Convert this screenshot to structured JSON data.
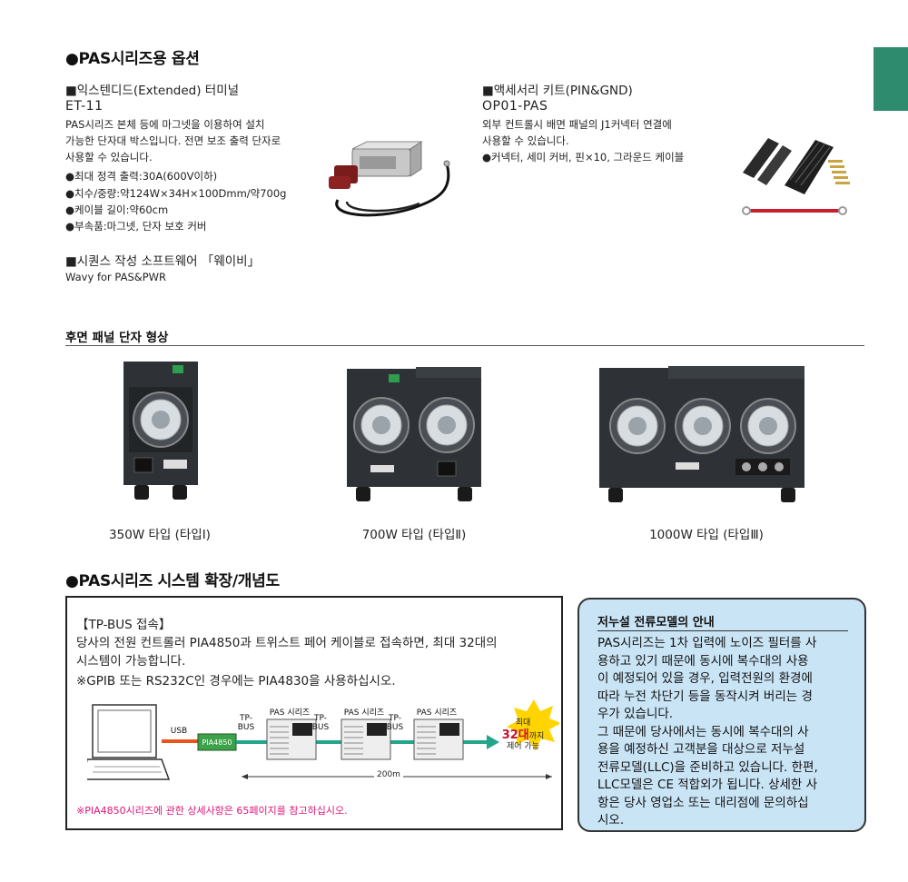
{
  "options": {
    "title": "●PAS시리즈용 옵션",
    "et": {
      "heading": "■익스텐디드(Extended) 터미널",
      "model": "ET-11",
      "desc1": "PAS시리즈 본체 등에 마그넷을 이용하여 설치",
      "desc2": "가능한 단자대 박스입니다. 전면 보조 출력 단자로",
      "desc3": "사용할 수 있습니다.",
      "bullets": [
        "●최대 정격 출력:30A(600V이하)",
        "●치수/중량:약124W×34H×100Dmm/약700g",
        "●케이블 길이:약60cm",
        "●부속품:마그넷, 단자 보호 커버"
      ]
    },
    "kit": {
      "heading": "■액세서리 키트(PIN&GND)",
      "model": "OP01-PAS",
      "desc1": "외부 컨트롤시 배면 패널의 J1커넥터 연결에",
      "desc2": "사용할 수 있습니다.",
      "bullet": "●커넥터, 세미 커버, 핀×10, 그라운드 케이블"
    },
    "software": {
      "heading": "■시퀀스 작성 소프트웨어 「웨이비」",
      "name": "Wavy for PAS&PWR"
    }
  },
  "rear": {
    "title": "후면 패널 단자 형상",
    "captions": [
      "350W 타입 (타입Ⅰ)",
      "700W 타입 (타입Ⅱ)",
      "1000W 타입 (타입Ⅲ)"
    ]
  },
  "system": {
    "title": "●PAS시리즈 시스템 확장/개념도",
    "box": {
      "heading": "【TP-BUS 접속】",
      "line1": "당사의 전원 컨트롤러 PIA4850과 트위스트 페어 케이블로 접속하면, 최대 32대의",
      "line2": "시스템이 가능합니다.",
      "line3": "※GPIB 또는 RS232C인 경우에는 PIA4830을 사용하십시오.",
      "note": "※PIA4850시리즈에 관한 상세사항은 65페이지를 참고하십시오.",
      "diagram": {
        "usb": "USB",
        "pia": "PIA4850",
        "tpbus": [
          "TP-",
          "BUS"
        ],
        "pas": "PAS 시리즈",
        "distance": "200m",
        "burst_top": "최대",
        "burst_num": "32대",
        "burst_suffix": "까지",
        "burst_bottom": "제어 가능"
      }
    },
    "leak": {
      "title": "저누설 전류모델의 안내",
      "lines": [
        "PAS시리즈는 1차 입력에 노이즈 필터를 사",
        "용하고 있기 때문에 동시에 복수대의 사용",
        "이 예정되어 있을 경우, 입력전원의 환경에",
        "따라 누전 차단기 등을 동작시켜 버리는 경",
        "우가 있습니다.",
        "그 때문에 당사에서는 동시에 복수대의 사",
        "용을 예정하신 고객분을 대상으로 저누설",
        "전류모델(LLC)을 준비하고 있습니다. 한편,",
        "LLC모델은 CE 적합외가 됩니다. 상세한 사",
        "항은 당사 영업소 또는 대리점에 문의하십",
        "시오."
      ]
    }
  },
  "colors": {
    "accent": "#2e8b6e",
    "box_bg": "#c9e4f5",
    "pink": "#e0157a",
    "arrow": "#22a58a",
    "usb_cable": "#e8541c",
    "pia": "#3da34a",
    "burst": "#ffd400"
  }
}
